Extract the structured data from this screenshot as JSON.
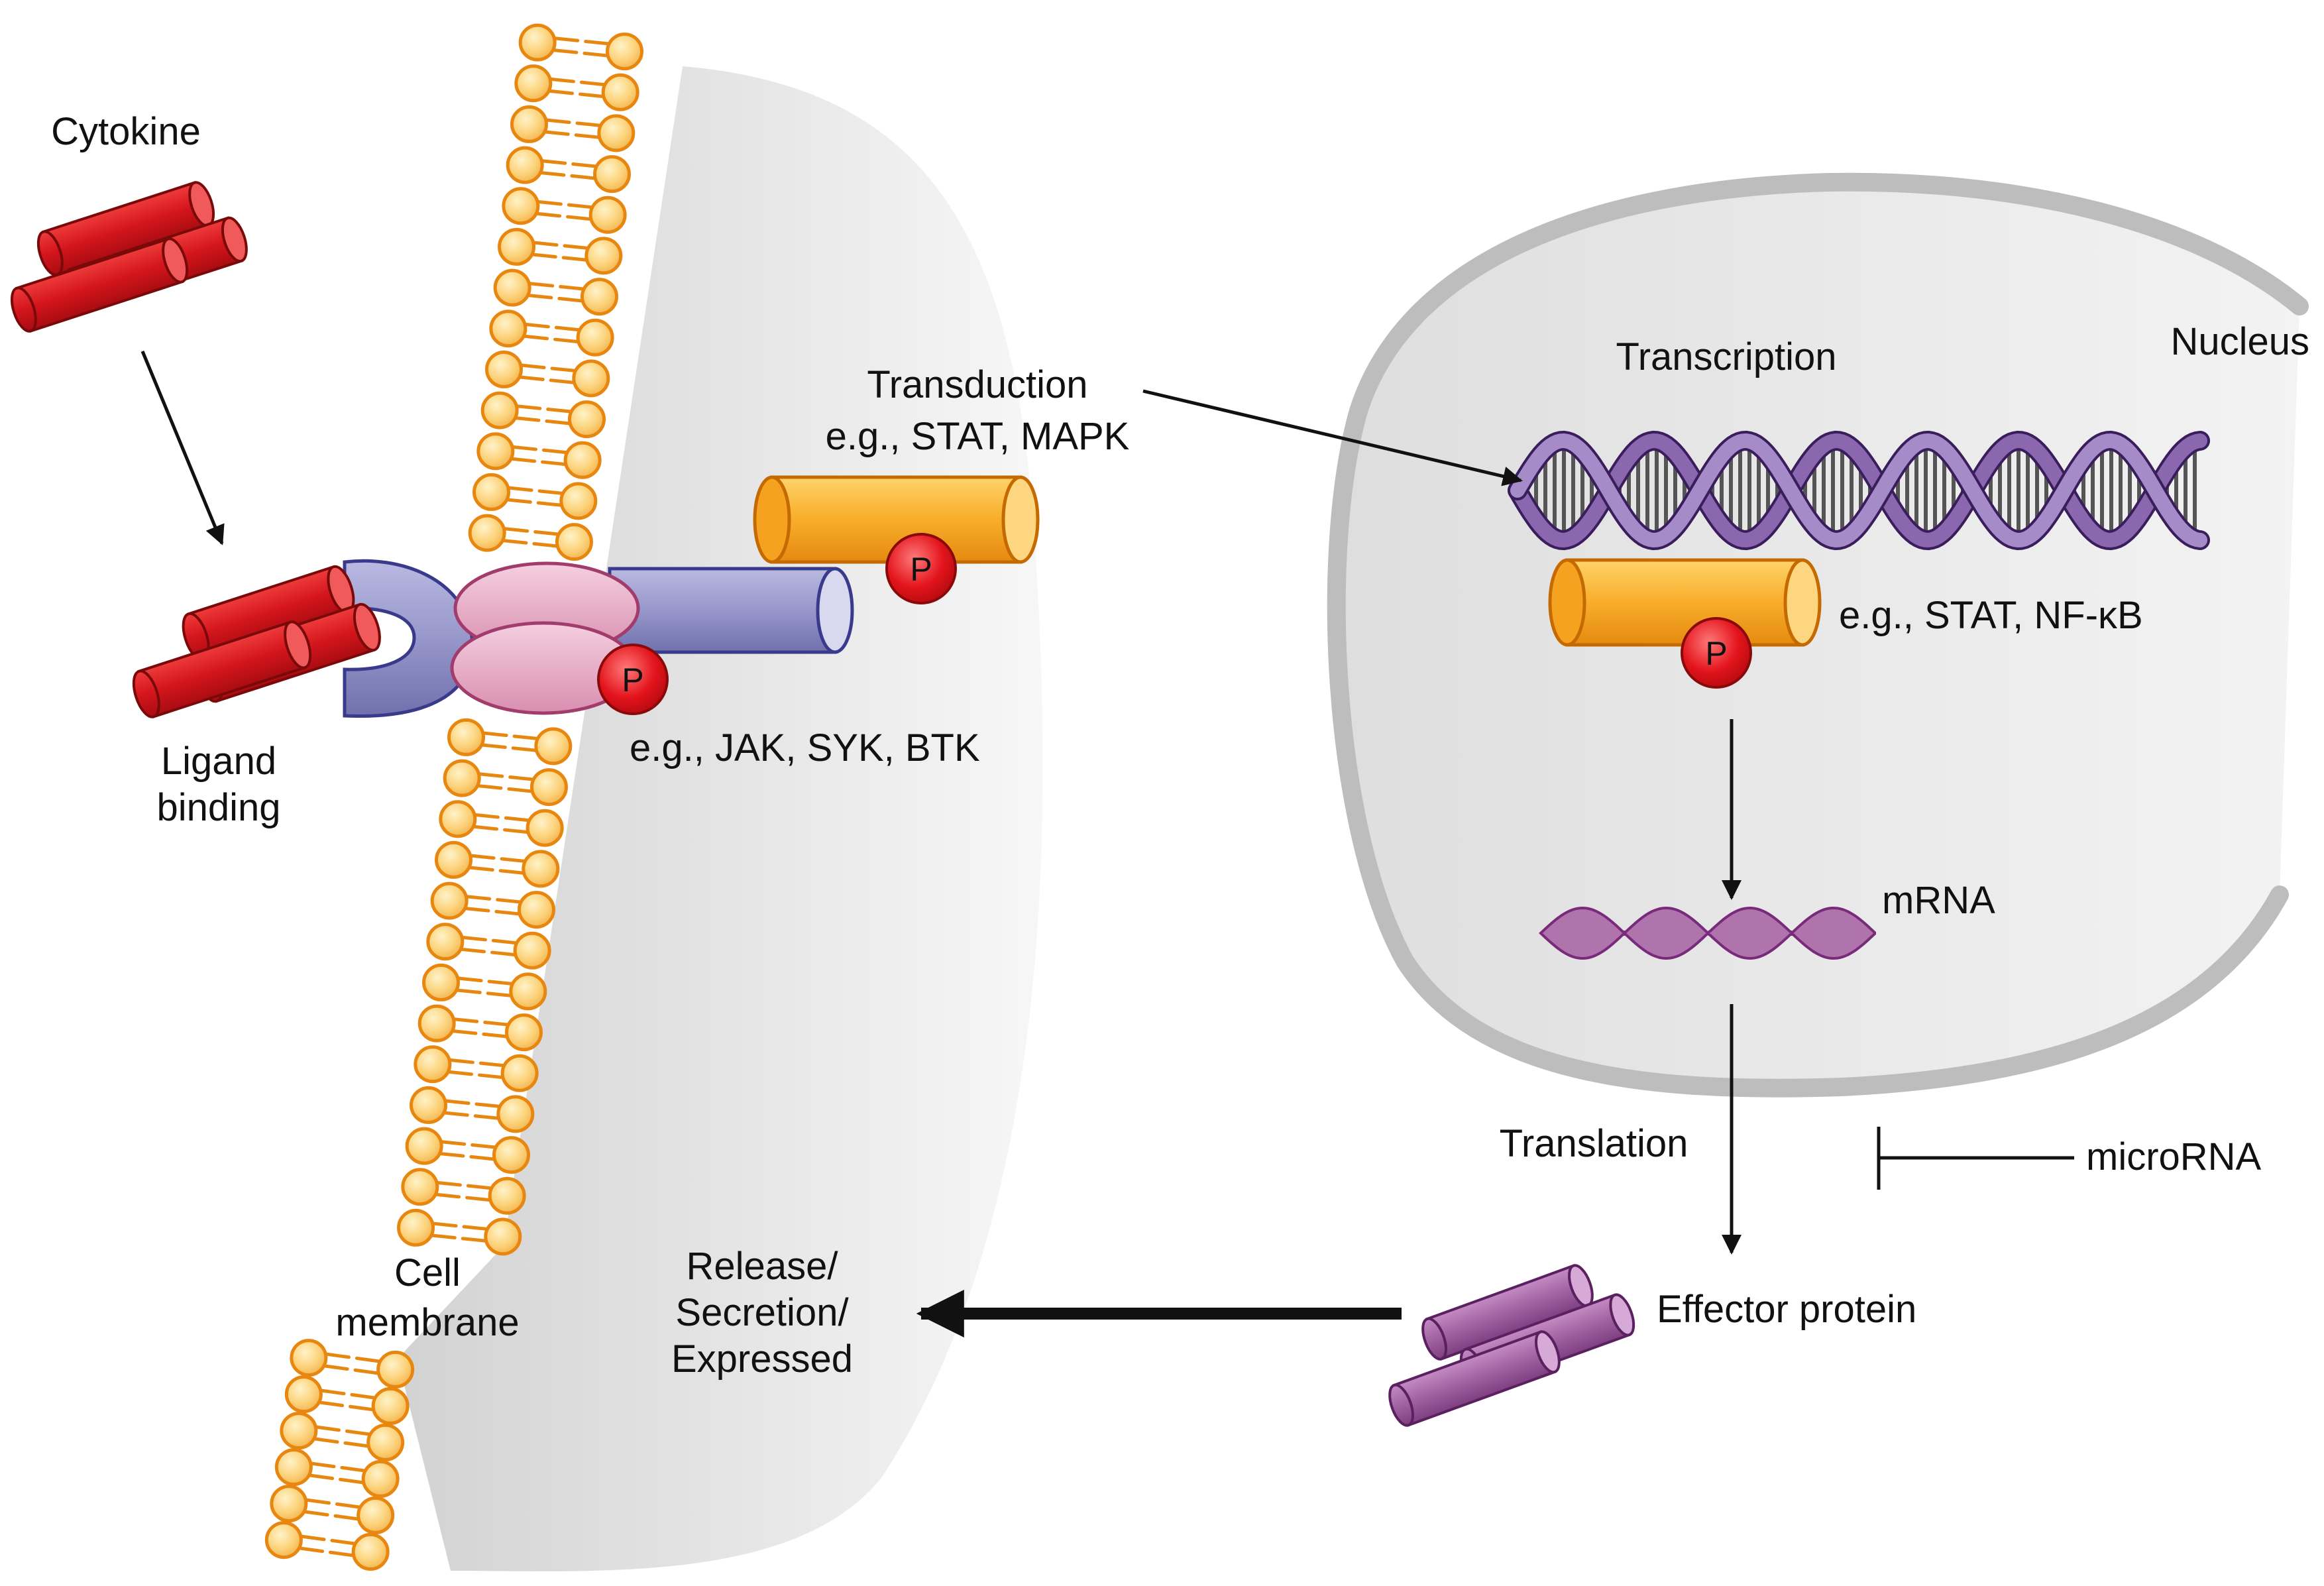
{
  "labels": {
    "cytokine": "Cytokine",
    "ligand_binding_1": "Ligand",
    "ligand_binding_2": "binding",
    "kinases": "e.g., JAK, SYK, BTK",
    "transduction_1": "Transduction",
    "transduction_2": "e.g., STAT, MAPK",
    "transcription": "Transcription",
    "nucleus": "Nucleus",
    "tf_examples": "e.g., STAT, NF-κB",
    "mrna": "mRNA",
    "translation": "Translation",
    "microrna": "microRNA",
    "effector_protein": "Effector protein",
    "release_1": "Release/",
    "release_2": "Secretion/",
    "release_3": "Expressed",
    "cell_membrane_1": "Cell",
    "cell_membrane_2": "membrane",
    "phospho": "P"
  },
  "colors": {
    "cytokine_red": "#d7191f",
    "membrane_orange": "#e8870f",
    "lipid_head": "#fcd784",
    "receptor_purple": "#9c9ccf",
    "kinase_pink": "#e8a9c0",
    "stat_orange": "#f7a823",
    "phospho_red": "#e0141e",
    "dna_purple": "#7b549e",
    "mrna_magenta": "#a0599c",
    "effector_purple": "#9b5a9d",
    "cytoplasm_gray": "#e6e6e6",
    "nucleus_border": "#bdbdbd"
  }
}
